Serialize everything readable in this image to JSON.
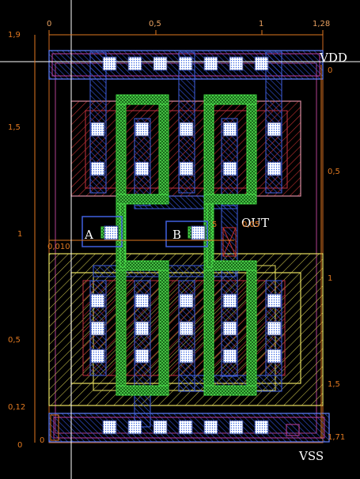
{
  "window": {
    "title": ""
  },
  "rulers": {
    "top": [
      "0",
      "0,5",
      "1",
      "1,28"
    ],
    "left": [
      "1,9",
      "1,5",
      "1",
      "0,5",
      "0,12",
      "0"
    ],
    "right": [
      "0",
      "0,5",
      "1",
      "1,5",
      "1,71"
    ]
  },
  "labels": {
    "vdd": "VDD",
    "vss": "VSS",
    "out": "OUT",
    "a": "A",
    "b": "B",
    "dim_left": "0,010",
    "dim_mid": "5",
    "dim_out": "0,05"
  },
  "colors": {
    "background": "#000000",
    "nwell": "#d88aa0",
    "pwell": "#e8e060",
    "poly": "#40d040",
    "metal1": "#3a5ad8",
    "contact": "#ffffff",
    "diffusion": "#d04040",
    "ruler": "#e07820",
    "crosshair": "#ffffff"
  }
}
